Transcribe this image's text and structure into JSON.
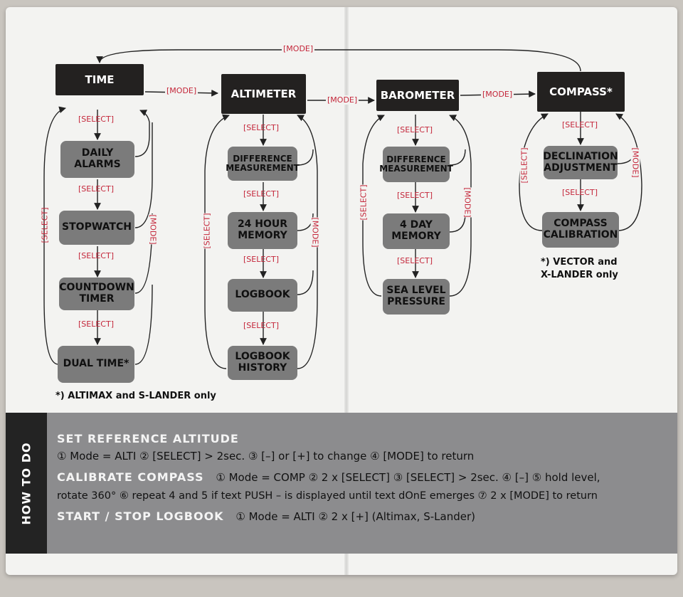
{
  "diagram": {
    "main_nodes": [
      {
        "id": "time",
        "label": "TIME"
      },
      {
        "id": "altimeter",
        "label": "ALTIMETER"
      },
      {
        "id": "barometer",
        "label": "BAROMETER"
      },
      {
        "id": "compass",
        "label": "COMPASS*"
      }
    ],
    "time_subs": [
      "DAILY\nALARMS",
      "STOPWATCH",
      "COUNTDOWN\nTIMER",
      "DUAL TIME*"
    ],
    "alti_subs": [
      "DIFFERENCE\nMEASUREMENT",
      "24 HOUR\nMEMORY",
      "LOGBOOK",
      "LOGBOOK\nHISTORY"
    ],
    "baro_subs": [
      "DIFFERENCE\nMEASUREMENT",
      "4 DAY\nMEMORY",
      "SEA LEVEL\nPRESSURE"
    ],
    "comp_subs": [
      "DECLINATION\nADJUSTMENT",
      "COMPASS\nCALIBRATION"
    ],
    "mode_label": "[MODE]",
    "select_label": "[SELECT]",
    "notes": {
      "time": "*) ALTIMAX and S-LANDER only",
      "compass": "*) VECTOR and\n    X-LANDER only"
    }
  },
  "howto": {
    "tab_label": "HOW TO DO",
    "set_ref": {
      "title": "SET REFERENCE ALTITUDE",
      "text": "① Mode = ALTI ② [SELECT] > 2sec. ③ [–] or [+] to change ④ [MODE] to return"
    },
    "calibrate": {
      "title": "CALIBRATE COMPASS",
      "text1": "① Mode = COMP ② 2 x [SELECT] ③ [SELECT] > 2sec. ④ [–] ⑤ hold level,",
      "text2": "rotate 360° ⑥ repeat 4 and 5 if text PUSH – is displayed until text dOnE emerges ⑦ 2 x [MODE] to return"
    },
    "logbook": {
      "title": "START / STOP LOGBOOK",
      "text": "① Mode = ALTI ② 2 x [+] (Altimax, S-Lander)"
    }
  }
}
